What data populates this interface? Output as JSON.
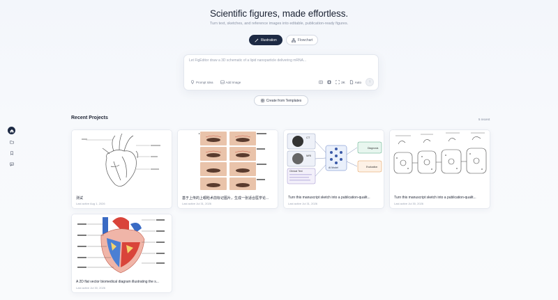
{
  "hero": {
    "title": "Scientific figures, made effortless.",
    "subtitle": "Turn text, sketches, and reference images into editable, publication-ready figures."
  },
  "modes": [
    {
      "label": "Illustration",
      "icon": "wand-icon",
      "active": true
    },
    {
      "label": "Flowchart",
      "icon": "flowchart-icon",
      "active": false
    }
  ],
  "prompt": {
    "placeholder": "Let FigEditor draw a 3D schematic of a lipid nanoparticle delivering mRNA...",
    "tools": [
      {
        "label": "Prompt Idea",
        "icon": "lightbulb-icon"
      },
      {
        "label": "Add Image",
        "icon": "image-icon"
      }
    ],
    "right_tools": [
      "book-icon",
      "layers-icon",
      "ratio-icon"
    ],
    "ratio_label": "2K",
    "model_label": "Auto"
  },
  "templates_button": "Create from Templates",
  "recent": {
    "title": "Recent Projects",
    "count": "5 recent",
    "projects": [
      {
        "title": "测试",
        "date": "Last active Aug 1, 2026"
      },
      {
        "title": "基于上传的上眼睑术前标记图片，生成一张适合医学论...",
        "date": "Last active Jul 31, 2026"
      },
      {
        "title": "Turn this manuscript sketch into a publication-qualit...",
        "date": "Last active Jul 31, 2026"
      },
      {
        "title": "Turn this manuscript sketch into a publication-qualit...",
        "date": "Last active Jul 30, 2026"
      },
      {
        "title": "A 2D flat vector biomedical diagram illustrating the s...",
        "date": "Last active Jul 30, 2026"
      }
    ]
  },
  "thumb_text": {
    "flow_ct": "CT",
    "flow_mri": "MRI",
    "flow_clinical": "Clinical Text",
    "flow_model": "AI Model",
    "flow_diagnosis": "Diagnosis",
    "flow_evaluation": "Evaluation"
  },
  "rail": [
    "home-icon",
    "folder-icon",
    "bookmark-icon",
    "chat-icon"
  ],
  "colors": {
    "accent": "#1d2a44",
    "background": "#f5f7fb"
  }
}
